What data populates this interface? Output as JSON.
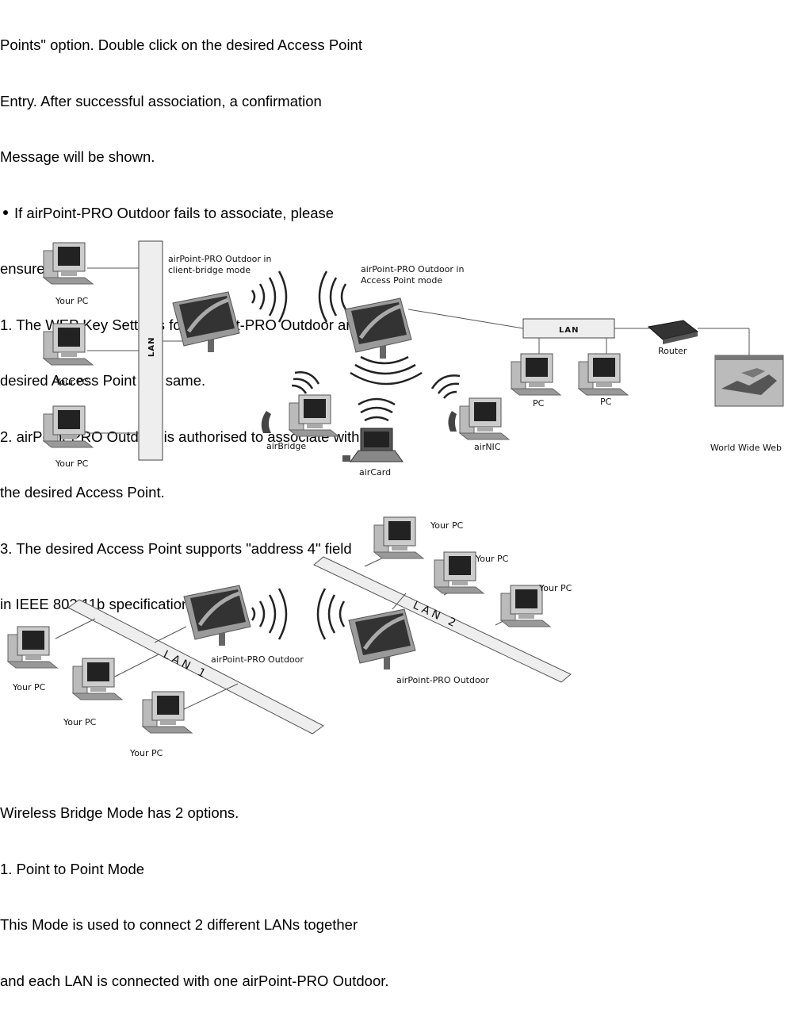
{
  "top_text": {
    "line1": "Points\" option. Double click on the desired Access Point",
    "line2": "Entry. After successful association, a confirmation",
    "line3": "Message will be shown.",
    "line4": "If airPoint-PRO Outdoor fails to associate, please",
    "line5": "ensure:",
    "line6": "1. The WEP Key Settings for airPoint-PRO Outdoor and",
    "line7": "desired Access Point are same.",
    "line8": "2. airPoint-PRO Outdoor is authorised to associate with",
    "line9": "the desired Access Point.",
    "line10": "3. The desired Access Point supports \"address 4\" field",
    "line11": "in IEEE 802.11b specifications."
  },
  "diagram1": {
    "pc1": "Your PC",
    "pc2": "Your PC",
    "pc3": "Your PC",
    "lan_vertical": "LAN",
    "client_bridge_line1": "airPoint-PRO Outdoor in",
    "client_bridge_line2": "client-bridge mode",
    "ap_line1": "airPoint-PRO Outdoor in",
    "ap_line2": "Access Point mode",
    "lan_horizontal": "LAN",
    "router": "Router",
    "pc_a": "PC",
    "pc_b": "PC",
    "airbridge": "airBridge",
    "aircard": "airCard",
    "airnic": "airNIC",
    "www": "World Wide Web"
  },
  "diagram2": {
    "lan1": "LAN 1",
    "lan2": "LAN 2",
    "device_left": "airPoint-PRO Outdoor",
    "device_right": "airPoint-PRO Outdoor",
    "pc_l1": "Your PC",
    "pc_l2": "Your PC",
    "pc_l3": "Your PC",
    "pc_r1": "Your PC",
    "pc_r2": "Your PC",
    "pc_r3": "Your PC"
  },
  "bottom_text": {
    "line1": "Wireless Bridge Mode has 2 options.",
    "line2": "1. Point to Point Mode",
    "line3": "This Mode is used to connect 2 different LANs together",
    "line4": "and each LAN is connected with one airPoint-PRO Outdoor."
  }
}
